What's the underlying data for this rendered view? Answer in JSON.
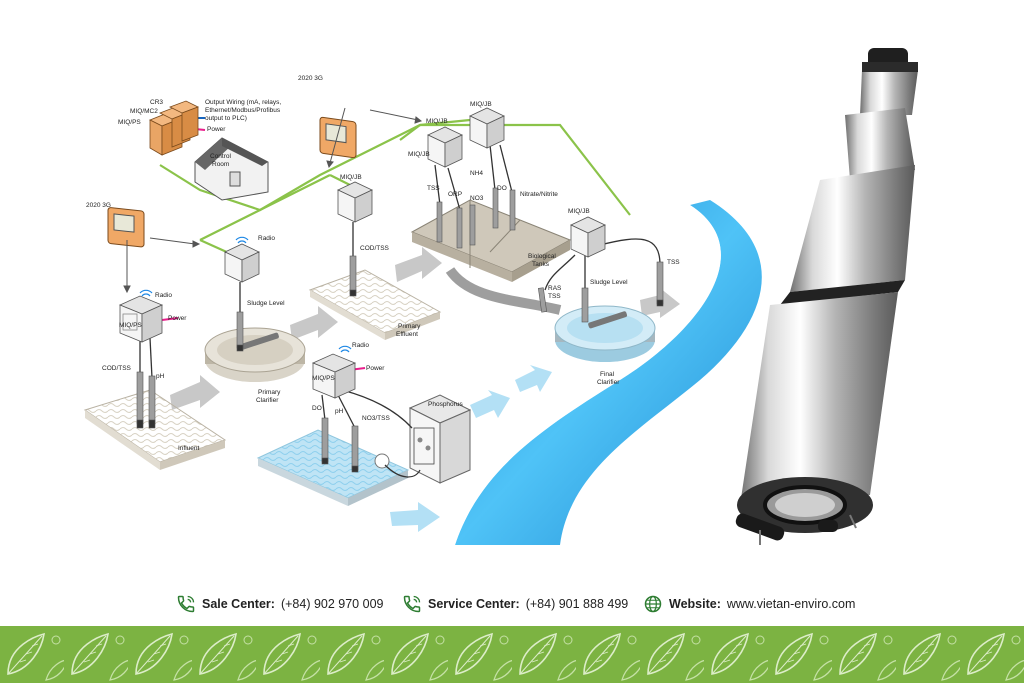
{
  "diagram": {
    "labels": {
      "output_wiring": [
        "Output Wiring (mA, relays,",
        "Ethernet/Modbus/Profibus",
        "output to PLC)"
      ],
      "cr3": "CR3",
      "miq_mc2": "MIQ/MC2",
      "miq_ps_top": "MIQ/PS",
      "power_top": "Power",
      "control_room": [
        "Control",
        "Room"
      ],
      "controller_top": "2020 3G",
      "controller_left": "2020 3G",
      "miq_ps_left": "MIQ/PS",
      "radio_left": "Radio",
      "power_left": "Power",
      "cod_tss_left": "COD/TSS",
      "ph_left": "pH",
      "influent": "Influent",
      "radio_mid": "Radio",
      "sludge_level_mid": "Sludge Level",
      "primary_clarifier": [
        "Primary",
        "Clarifier"
      ],
      "miq_jb_mid": "MIQ/JB",
      "cod_tss_mid": "COD/TSS",
      "primary_effluent": [
        "Primary",
        "Effluent"
      ],
      "miq_jb_1": "MIQ/JB",
      "miq_jb_2": "MIQ/JB",
      "miq_jb_3": "MIQ/JB",
      "nh4": "NH4",
      "tss_bio": "TSS",
      "orp": "ORP",
      "no3": "NO3",
      "do_bio": "DO",
      "nitrate_nitrite": "Nitrate/Nitrite",
      "biological_tanks": [
        "Biological",
        "Tanks"
      ],
      "ras_tss": [
        "RAS",
        "TSS"
      ],
      "miq_jb_right": "MIQ/JB",
      "sludge_level_right": "Sludge Level",
      "tss_right": "TSS",
      "final_clarifier": [
        "Final",
        "Clarifier"
      ],
      "radio_bottom": "Radio",
      "miq_ps_bottom": "MIQ/PS",
      "power_bottom": "Power",
      "do_bottom": "DO",
      "ph_bottom": "pH",
      "no3_tss_bottom": "NO3/TSS",
      "phosphorus": "Phosphorus"
    }
  },
  "contact": {
    "sale_label": "Sale Center:",
    "sale_phone": "(+84) 902 970 009",
    "service_label": "Service Center:",
    "service_phone": "(+84) 901 888 499",
    "website_label": "Website:",
    "website_url": "www.vietan-enviro.com",
    "icons": [
      "phone-icon",
      "phone-icon",
      "globe-icon"
    ]
  },
  "colors": {
    "accent_green": "#2e7d32",
    "footer_green": "#7cb342",
    "network_line": "#8bc34a",
    "river_blue": "#29a9e1"
  }
}
